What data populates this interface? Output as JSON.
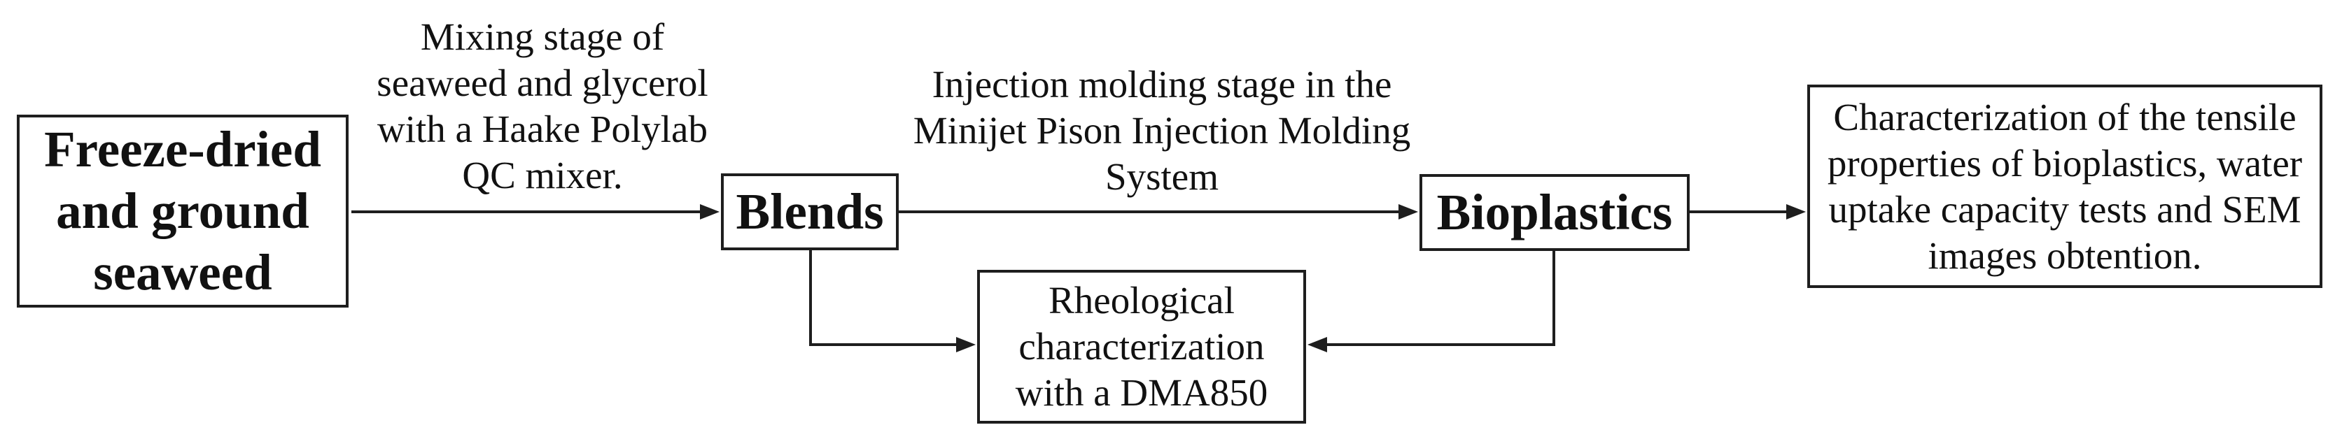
{
  "diagram": {
    "type": "flowchart",
    "colors": {
      "line": "#1e1e1e",
      "text": "#111111",
      "background": "#ffffff"
    },
    "nodes": {
      "seaweed": {
        "style": "bold",
        "lines": [
          "Freeze-dried",
          "and ground",
          "seaweed"
        ]
      },
      "blends": {
        "style": "bold",
        "label": "Blends"
      },
      "bioplastics": {
        "style": "bold",
        "label": "Bioplastics"
      },
      "characterization": {
        "style": "plain",
        "lines": [
          "Characterization of the tensile",
          "properties of bioplastics, water",
          "uptake capacity tests and SEM",
          "images obtention."
        ]
      },
      "rheology": {
        "style": "plain",
        "lines": [
          "Rheological",
          "characterization",
          "with a DMA850"
        ]
      }
    },
    "edges": [
      {
        "from": "seaweed",
        "to": "blends",
        "label_lines": [
          "Mixing stage of",
          "seaweed and glycerol",
          "with a Haake Polylab",
          "QC mixer."
        ]
      },
      {
        "from": "blends",
        "to": "bioplastics",
        "label_lines": [
          "Injection molding stage in the",
          "Minijet Pison Injection Molding",
          "System"
        ]
      },
      {
        "from": "bioplastics",
        "to": "characterization",
        "label_lines": []
      },
      {
        "from": "blends",
        "to": "rheology",
        "label_lines": []
      },
      {
        "from": "bioplastics",
        "to": "rheology",
        "label_lines": []
      }
    ]
  }
}
